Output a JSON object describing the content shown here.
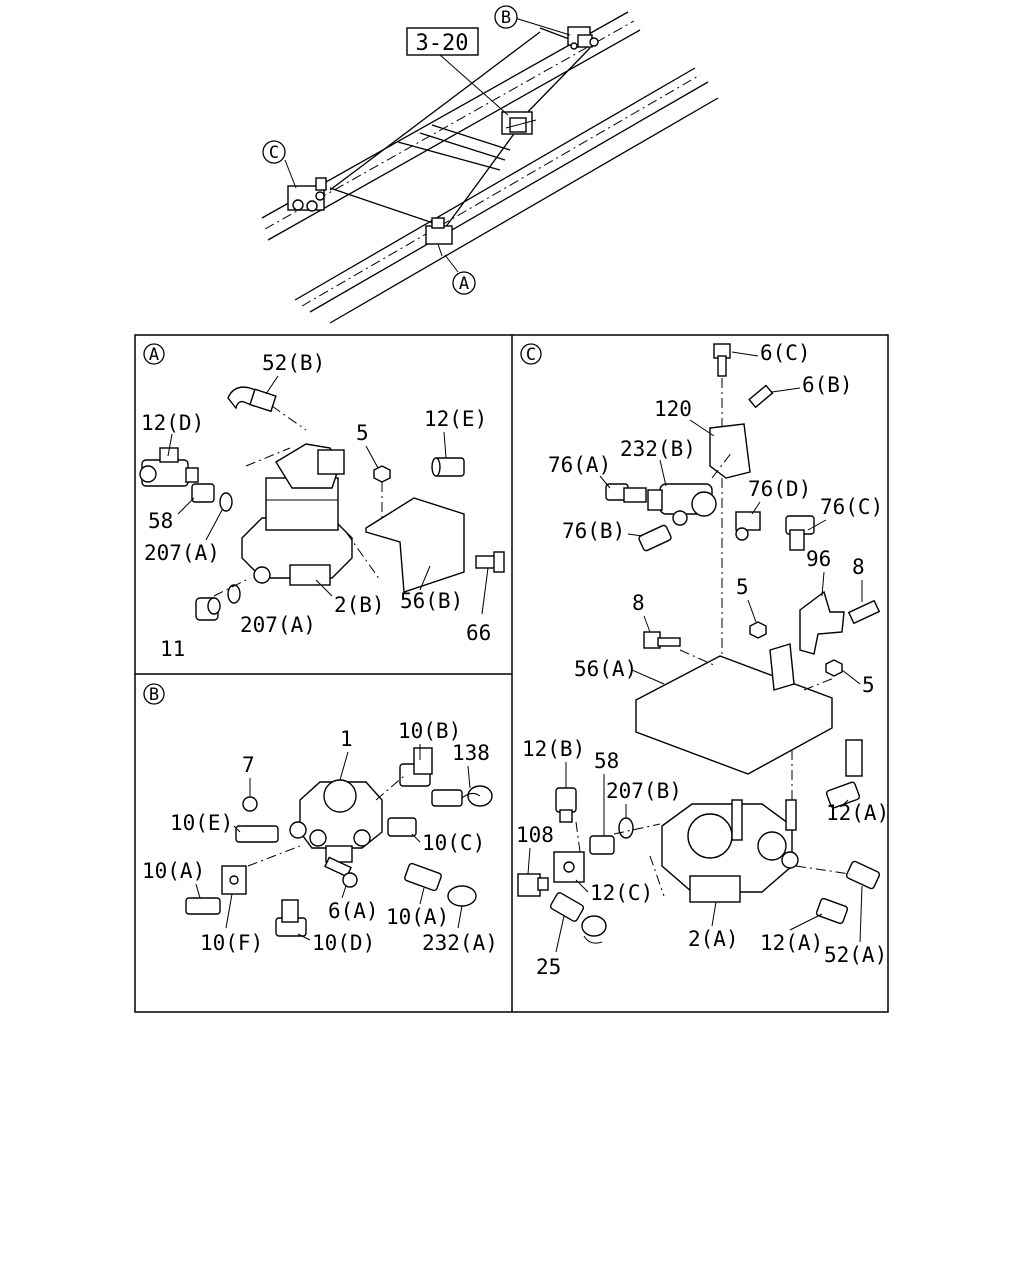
{
  "diagram": {
    "overview": {
      "ref_box": "3-20",
      "callouts": [
        "B",
        "C",
        "A"
      ]
    },
    "panels": {
      "A": {
        "circle": "A",
        "labels": [
          "52(B)",
          "12(D)",
          "5",
          "12(E)",
          "58",
          "207(A)",
          "2(B)",
          "56(B)",
          "207(A)",
          "11",
          "66"
        ]
      },
      "B": {
        "circle": "B",
        "labels": [
          "1",
          "10(B)",
          "138",
          "7",
          "10(E)",
          "10(C)",
          "10(A)",
          "6(A)",
          "10(A)",
          "10(F)",
          "10(D)",
          "232(A)"
        ]
      },
      "C": {
        "circle": "C",
        "labels": [
          "6(C)",
          "6(B)",
          "120",
          "232(B)",
          "76(A)",
          "76(D)",
          "76(C)",
          "76(B)",
          "96",
          "8",
          "5",
          "8",
          "56(A)",
          "5",
          "12(B)",
          "58",
          "207(B)",
          "12(A)",
          "108",
          "12(C)",
          "25",
          "2(A)",
          "12(A)",
          "52(A)"
        ]
      }
    }
  }
}
